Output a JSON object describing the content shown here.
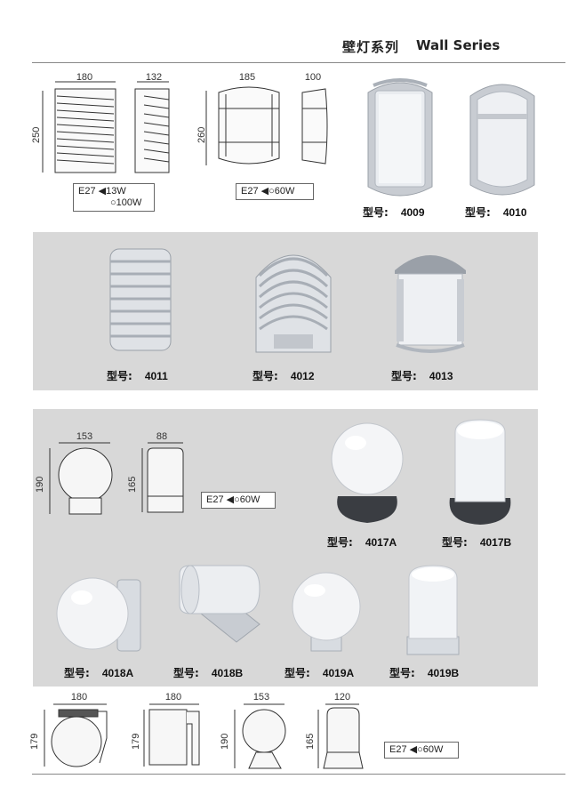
{
  "header": {
    "title_cn": "壁灯系列",
    "title_en": "Wall Series"
  },
  "section1": {
    "drawing_a": {
      "width": "180",
      "depth": "132",
      "height": "250"
    },
    "drawing_b": {
      "width": "185",
      "depth": "100",
      "height": "260"
    },
    "spec_a": {
      "socket": "E27",
      "line1": "13W",
      "line2": "100W"
    },
    "spec_b": {
      "socket": "E27",
      "power": "60W"
    },
    "products": [
      {
        "label": "型号:",
        "model": "4009"
      },
      {
        "label": "型号:",
        "model": "4010"
      }
    ]
  },
  "section2": {
    "products": [
      {
        "label": "型号:",
        "model": "4011"
      },
      {
        "label": "型号:",
        "model": "4012"
      },
      {
        "label": "型号:",
        "model": "4013"
      }
    ]
  },
  "section3": {
    "drawing_a": {
      "width": "153",
      "height": "190"
    },
    "drawing_b": {
      "width": "88",
      "height": "165"
    },
    "spec": {
      "socket": "E27",
      "power": "60W"
    },
    "products": [
      {
        "label": "型号:",
        "model": "4017A"
      },
      {
        "label": "型号:",
        "model": "4017B"
      },
      {
        "label": "型号:",
        "model": "4018A"
      },
      {
        "label": "型号:",
        "model": "4018B"
      },
      {
        "label": "型号:",
        "model": "4019A"
      },
      {
        "label": "型号:",
        "model": "4019B"
      }
    ]
  },
  "section4": {
    "drawings": [
      {
        "width": "180",
        "height": "179"
      },
      {
        "width": "180",
        "height": "179"
      },
      {
        "width": "153",
        "height": "190"
      },
      {
        "width": "120",
        "height": "165"
      }
    ],
    "spec": {
      "socket": "E27",
      "power": "60W"
    }
  },
  "colors": {
    "band": "#d8d8d8",
    "lamp_body": "#e8eaee",
    "base_dark": "#3a3d42"
  }
}
